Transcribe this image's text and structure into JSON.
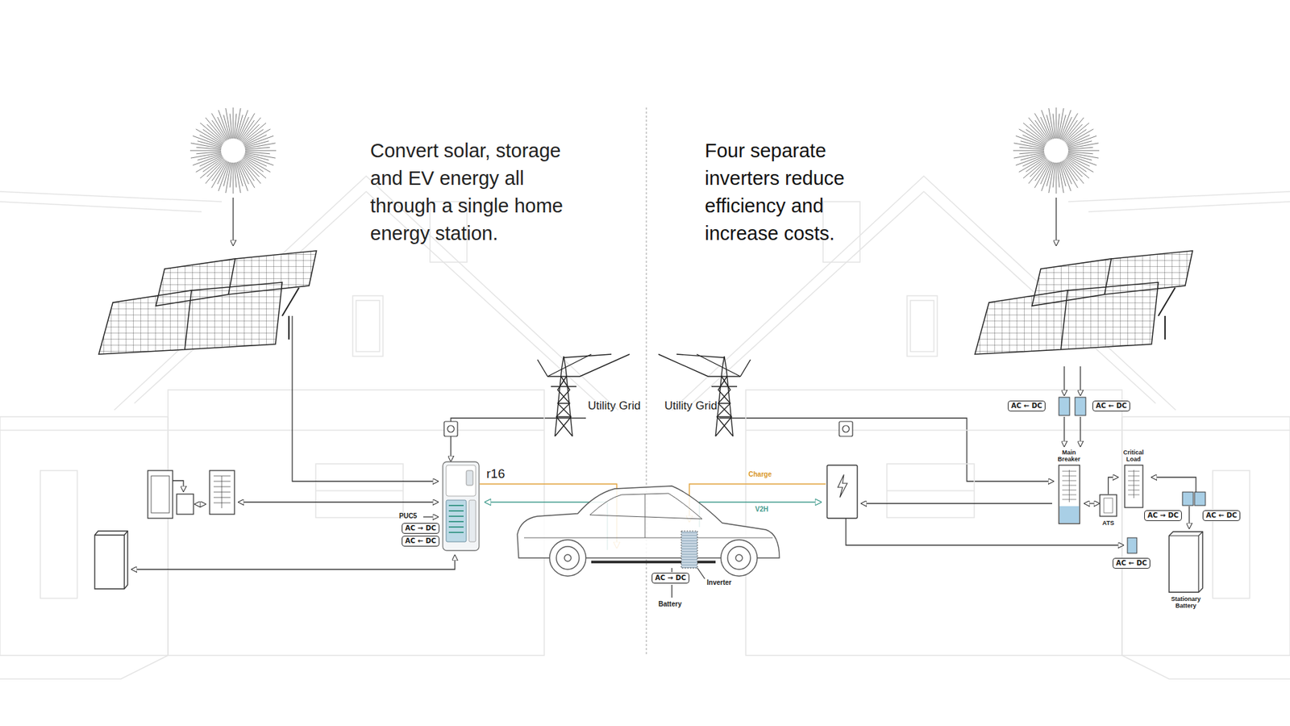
{
  "diagram": {
    "nodes": [
      {
        "text": [
          "Utility Grid"
        ]
      },
      {
        "text": [
          "r16"
        ]
      },
      {
        "text": [
          "AC → DC"
        ]
      },
      {
        "text": [
          "AC ← DC"
        ]
      },
      {
        "text": [
          "Utility Grid"
        ]
      },
      {
        "text": [
          "AC → DC"
        ]
      },
      {
        "text": [
          "AC ← DC"
        ]
      },
      {
        "text": [
          "AC ← DC"
        ]
      },
      {
        "text": [
          "Main Breaker"
        ]
      },
      {
        "text": [
          "ATS"
        ]
      },
      {
        "text": [
          "Critical Load"
        ]
      },
      {
        "text": [
          "AC → DC"
        ]
      },
      {
        "text": [
          "AC ← DC"
        ]
      },
      {
        "text": [
          "AC ← DC"
        ]
      },
      {
        "text": [
          "Stationary Battery"
        ]
      }
    ],
    "edges": [
      {
        "from": 0,
        "to": 1,
        "arrow": "to"
      },
      {
        "from": 4,
        "to": 8,
        "arrow": "to"
      },
      {
        "from": 8,
        "to": 9,
        "arrow": "both"
      },
      {
        "from": 9,
        "to": 10,
        "arrow": "to"
      }
    ],
    "labels": [
      "Convert solar, storage and EV energy all through a single home energy station.",
      "Four separate inverters reduce efficiency and increase costs.",
      "PUC5",
      "Charge",
      "V2H",
      "Inverter",
      "Battery"
    ]
  }
}
